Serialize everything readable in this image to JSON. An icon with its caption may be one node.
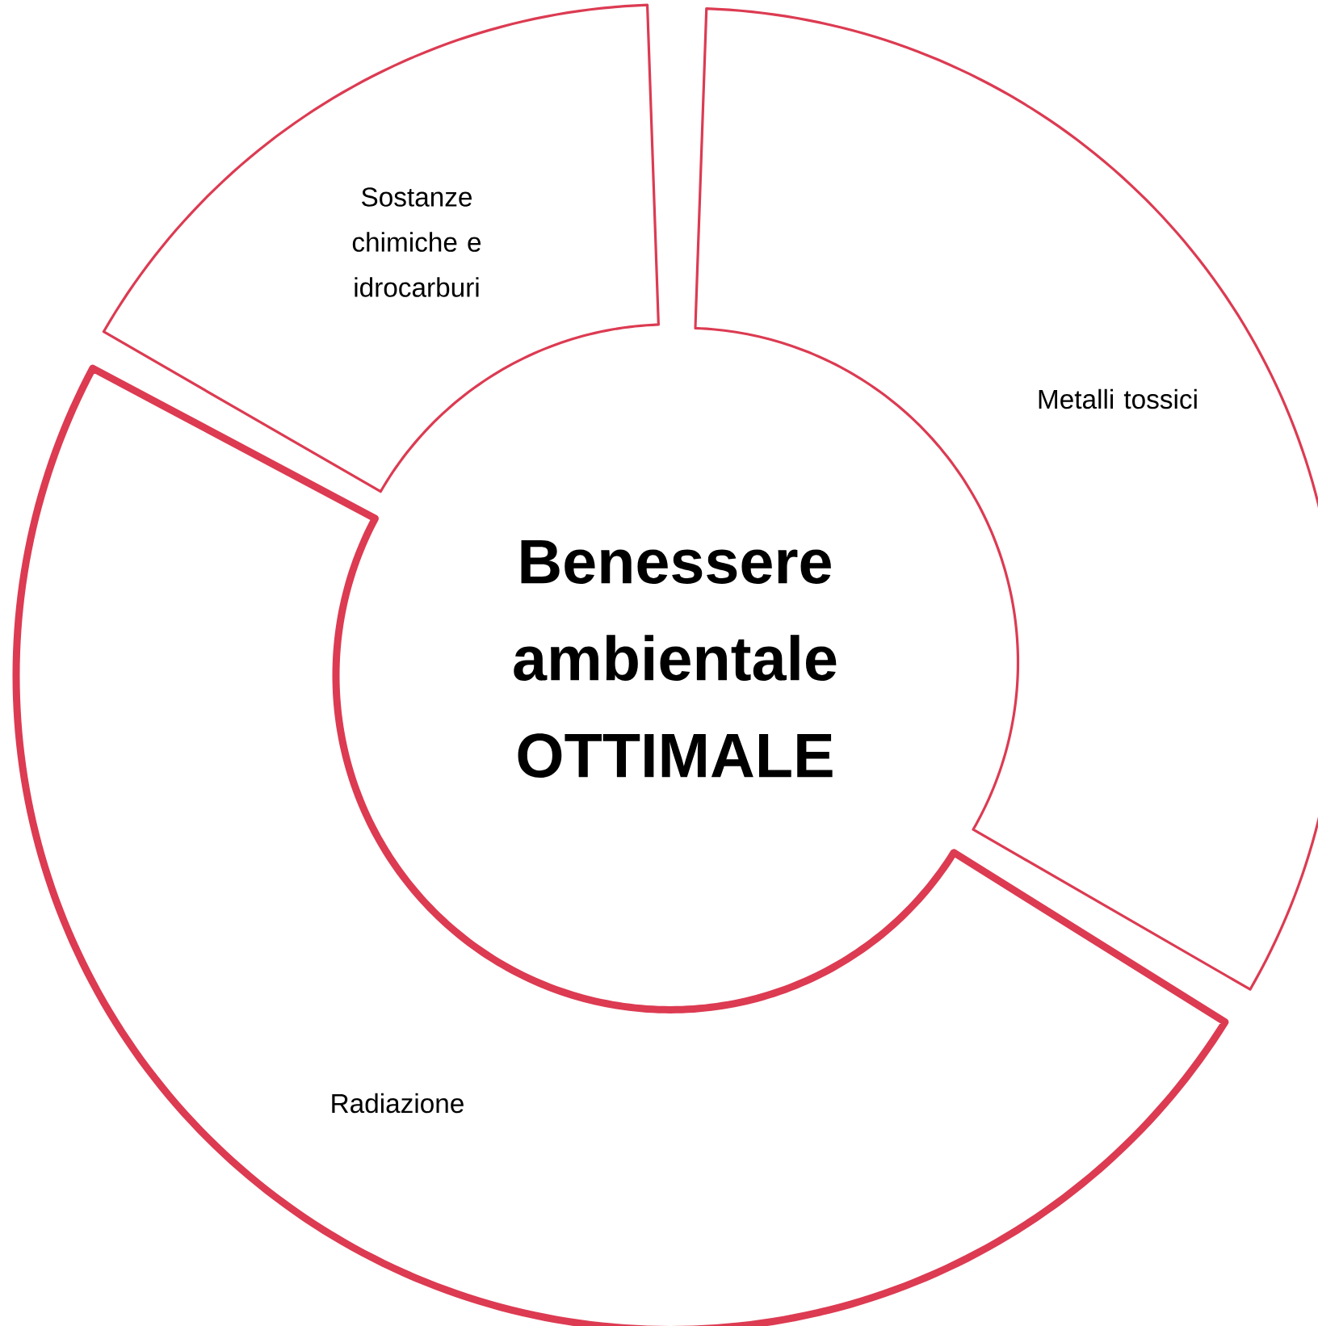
{
  "diagram": {
    "nodes": [
      {
        "text": [
          "Benessere ambientale OTTIMALE"
        ]
      },
      {
        "text": [
          "Sostanze chimiche e idrocarburi"
        ]
      },
      {
        "text": [
          "Metalli tossici"
        ]
      },
      {
        "text": [
          "Radiazione"
        ]
      }
    ]
  }
}
